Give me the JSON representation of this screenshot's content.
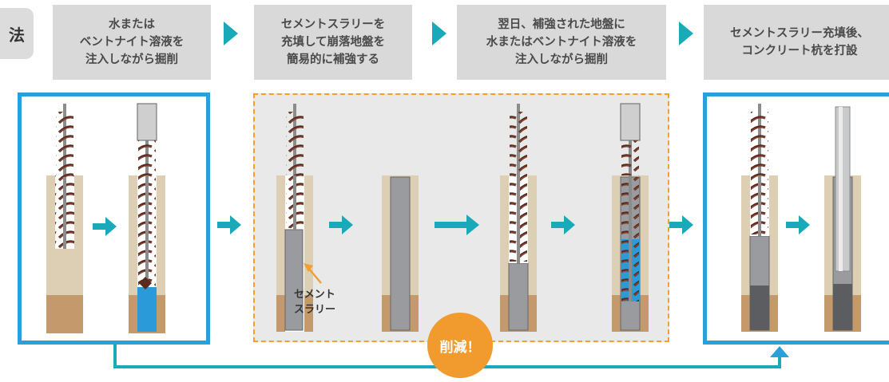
{
  "method_tag": "法",
  "steps": [
    {
      "label": "水または\nベントナイト溶液を\n注入しながら掘削"
    },
    {
      "label": "セメントスラリーを\n充填して崩落地盤を\n簡易的に補強する"
    },
    {
      "label": "翌日、補強された地盤に\n水またはベントナイト溶液を\n注入しながら掘削"
    },
    {
      "label": "セメントスラリー充填後、\nコンクリート杭を打設"
    }
  ],
  "annotation": "セメント\nスラリー",
  "badge": "削減！",
  "colors": {
    "teal": "#1aa9b8",
    "blue_border": "#2aa0d8",
    "dash": "#f0a033",
    "badge": "#f19a2e",
    "soil_top": "#dccfb4",
    "soil_bottom": "#c49a6c",
    "slurry": "#9a9b9e",
    "water": "#2a9ad8",
    "auger": "#5a2a1e"
  }
}
